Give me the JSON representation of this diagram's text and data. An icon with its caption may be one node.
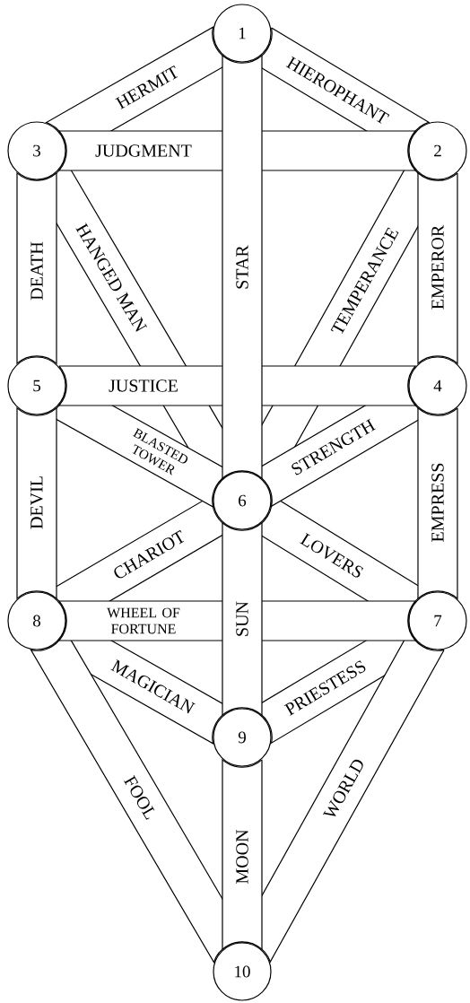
{
  "diagram": {
    "nodes": [
      {
        "text": [
          "1"
        ]
      },
      {
        "text": [
          "3"
        ]
      },
      {
        "text": [
          "2"
        ]
      },
      {
        "text": [
          "5"
        ]
      },
      {
        "text": [
          "4"
        ]
      },
      {
        "text": [
          "6"
        ]
      },
      {
        "text": [
          "8"
        ]
      },
      {
        "text": [
          "7"
        ]
      },
      {
        "text": [
          "9"
        ]
      },
      {
        "text": [
          "10"
        ]
      }
    ],
    "edges": [
      {
        "from": 0,
        "to": 1,
        "arrow": "none",
        "label": "HERMIT"
      },
      {
        "from": 0,
        "to": 2,
        "arrow": "none",
        "label": "HIEROPHANT"
      },
      {
        "from": 1,
        "to": 2,
        "arrow": "none",
        "label": "JUDGMENT"
      },
      {
        "from": 1,
        "to": 3,
        "arrow": "none",
        "label": "DEATH"
      },
      {
        "from": 1,
        "to": 5,
        "arrow": "none",
        "label": "HANGED MAN"
      },
      {
        "from": 0,
        "to": 5,
        "arrow": "none",
        "label": "STAR"
      },
      {
        "from": 2,
        "to": 5,
        "arrow": "none",
        "label": "TEMPERANCE"
      },
      {
        "from": 2,
        "to": 4,
        "arrow": "none",
        "label": "EMPEROR"
      },
      {
        "from": 3,
        "to": 4,
        "arrow": "none",
        "label": "JUSTICE"
      },
      {
        "from": 3,
        "to": 5,
        "arrow": "none",
        "label": "BLASTED TOWER"
      },
      {
        "from": 4,
        "to": 5,
        "arrow": "none",
        "label": "STRENGTH"
      },
      {
        "from": 3,
        "to": 6,
        "arrow": "none",
        "label": "DEVIL"
      },
      {
        "from": 4,
        "to": 7,
        "arrow": "none",
        "label": "EMPRESS"
      },
      {
        "from": 6,
        "to": 5,
        "arrow": "none",
        "label": "CHARIOT"
      },
      {
        "from": 7,
        "to": 5,
        "arrow": "none",
        "label": "LOVERS"
      },
      {
        "from": 6,
        "to": 7,
        "arrow": "none",
        "label": "WHEEL OF FORTUNE"
      },
      {
        "from": 5,
        "to": 8,
        "arrow": "none",
        "label": "SUN"
      },
      {
        "from": 6,
        "to": 8,
        "arrow": "none",
        "label": "MAGICIAN"
      },
      {
        "from": 7,
        "to": 8,
        "arrow": "none",
        "label": "PRIESTESS"
      },
      {
        "from": 6,
        "to": 9,
        "arrow": "none",
        "label": "FOOL"
      },
      {
        "from": 8,
        "to": 9,
        "arrow": "none",
        "label": "MOON"
      },
      {
        "from": 7,
        "to": 9,
        "arrow": "none",
        "label": "WORLD"
      }
    ]
  }
}
